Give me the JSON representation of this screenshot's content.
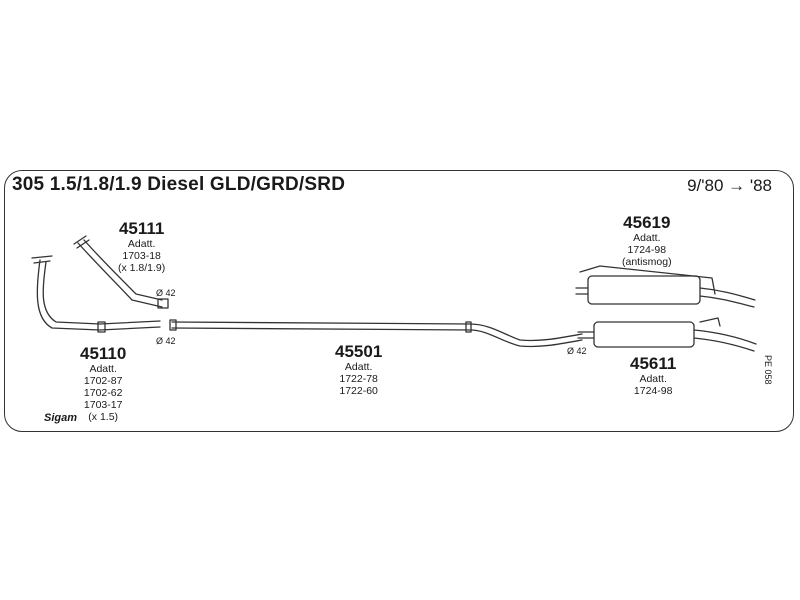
{
  "header": {
    "title": "305 1.5/1.8/1.9 Diesel GLD/GRD/SRD",
    "years": "9/'80 → '88"
  },
  "parts": {
    "p45111": {
      "number": "45111",
      "lines": [
        "Adatt.",
        "1703-18",
        "(x 1.8/1.9)"
      ],
      "diameter": "Ø 42"
    },
    "p45110": {
      "number": "45110",
      "lines": [
        "Adatt.",
        "1702-87",
        "1702-62",
        "1703-17",
        "(x 1.5)"
      ],
      "diameter": "Ø 42"
    },
    "p45501": {
      "number": "45501",
      "lines": [
        "Adatt.",
        "1722-78",
        "1722-60"
      ]
    },
    "p45619": {
      "number": "45619",
      "lines": [
        "Adatt.",
        "1724-98",
        "(antismog)"
      ]
    },
    "p45611": {
      "number": "45611",
      "lines": [
        "Adatt.",
        "1724-98"
      ],
      "diameter": "Ø 42"
    }
  },
  "footer": {
    "brand": "Sigam",
    "ref_code": "PE 058"
  },
  "colors": {
    "line": "#333333",
    "background": "#ffffff"
  }
}
